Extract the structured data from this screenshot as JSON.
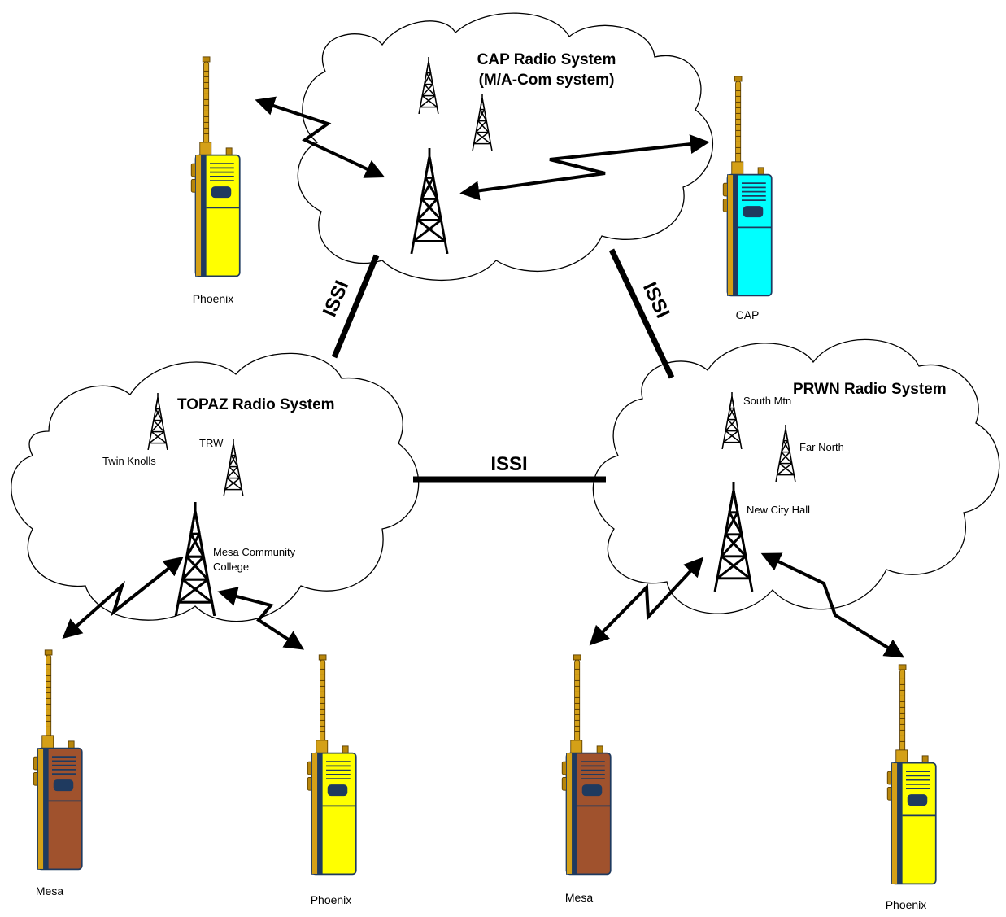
{
  "systems": {
    "cap": {
      "title_line1": "CAP Radio System",
      "title_line2": "(M/A-Com system)"
    },
    "topaz": {
      "title": "TOPAZ Radio System",
      "sites": [
        "Twin Knolls",
        "TRW",
        "Mesa Community",
        "College"
      ]
    },
    "prwn": {
      "title": "PRWN Radio System",
      "sites": [
        "South Mtn",
        "Far North",
        "New City Hall"
      ]
    }
  },
  "links": [
    "ISSI",
    "ISSI",
    "ISSI"
  ],
  "radios": [
    "Phoenix",
    "CAP",
    "Mesa",
    "Phoenix",
    "Mesa",
    "Phoenix"
  ],
  "colors": {
    "yellow_radio": "#ffff00",
    "cyan_radio": "#00ffff",
    "brown_radio": "#a0522d",
    "antenna": "#b8860b",
    "radio_trim": "#1f3a5f"
  }
}
